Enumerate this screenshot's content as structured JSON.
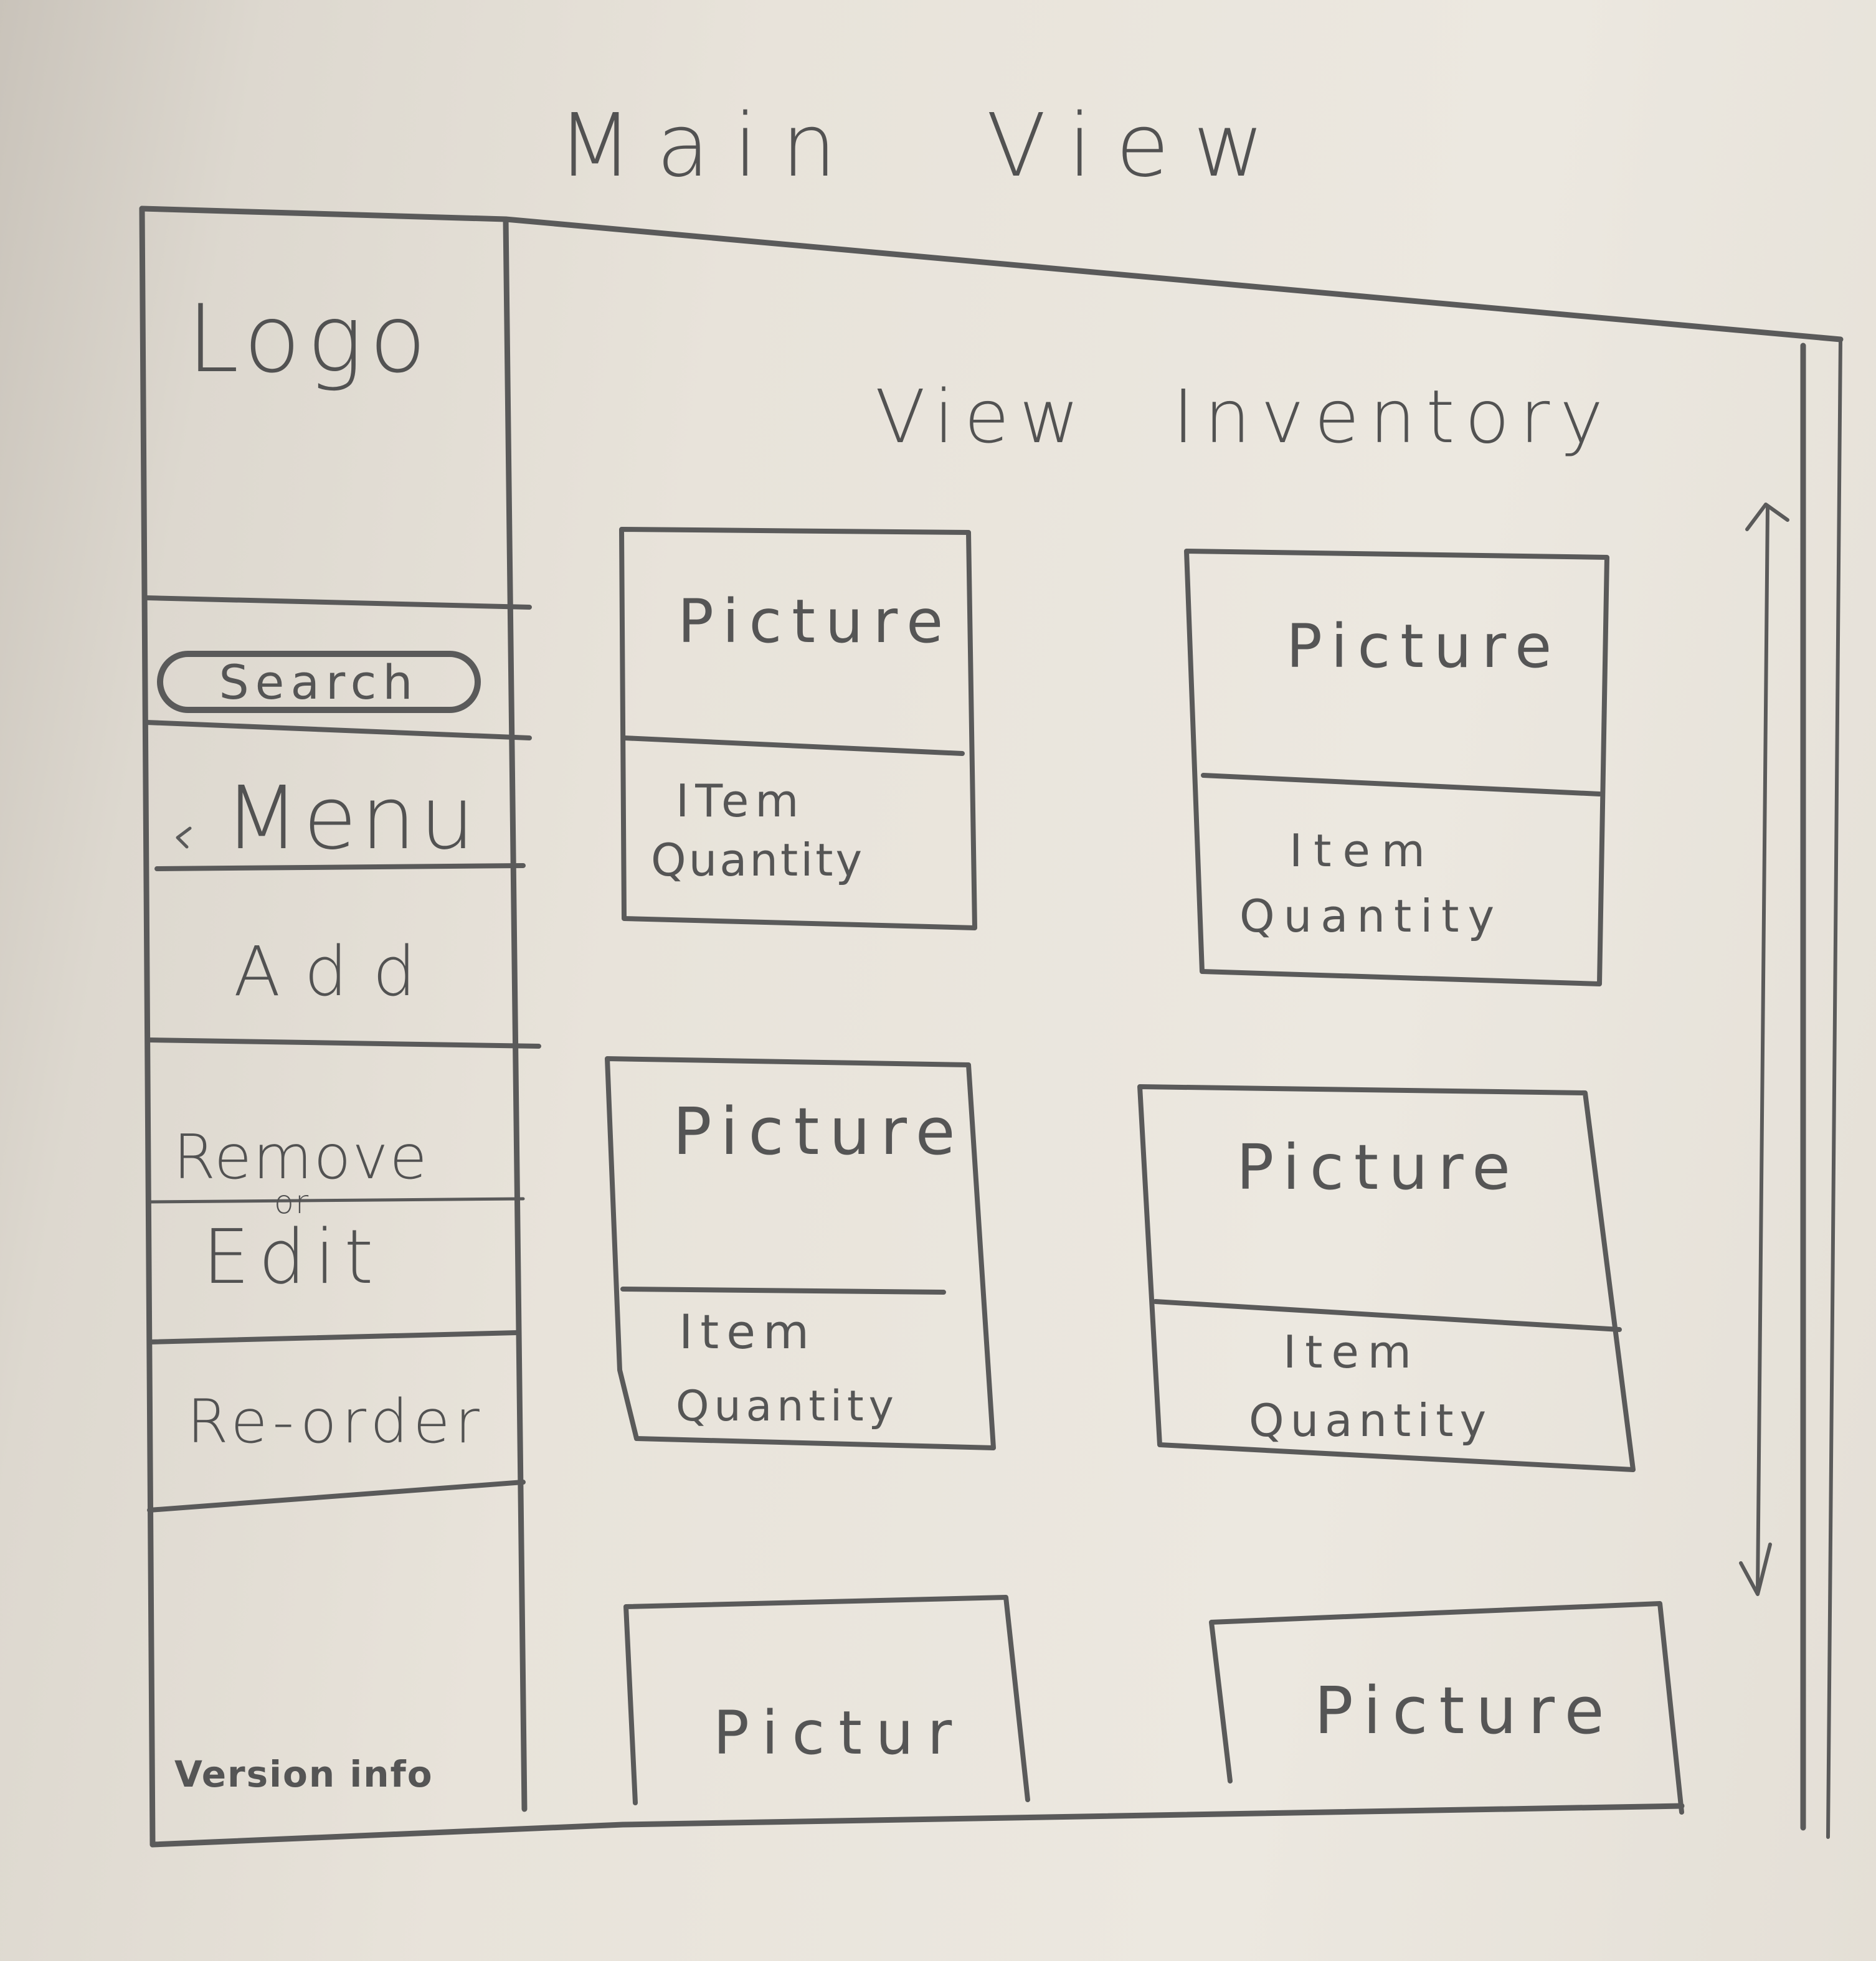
{
  "page_title": "Main View",
  "sidebar": {
    "logo": "Logo",
    "search_label": "Search",
    "menu_label": "Menu",
    "items": [
      {
        "label": "Add"
      },
      {
        "label": "Remove"
      },
      {
        "label": "Edit"
      },
      {
        "label": "Re-order"
      }
    ],
    "remove_edit_joiner": "or",
    "version_info": "Version info"
  },
  "main": {
    "heading": "View Inventory",
    "cards": [
      {
        "picture": "Picture",
        "item": "ITem",
        "quantity": "Quantity"
      },
      {
        "picture": "Picture",
        "item": "Item",
        "quantity": "Quantity"
      },
      {
        "picture": "Picture",
        "item": "Item",
        "quantity": "Quantity"
      },
      {
        "picture": "Picture",
        "item": "Item",
        "quantity": "Quantity"
      },
      {
        "picture": "Pictur"
      },
      {
        "picture": "Picture"
      }
    ]
  },
  "scroll_indicator": {
    "icon": "vertical-double-arrow-icon"
  }
}
